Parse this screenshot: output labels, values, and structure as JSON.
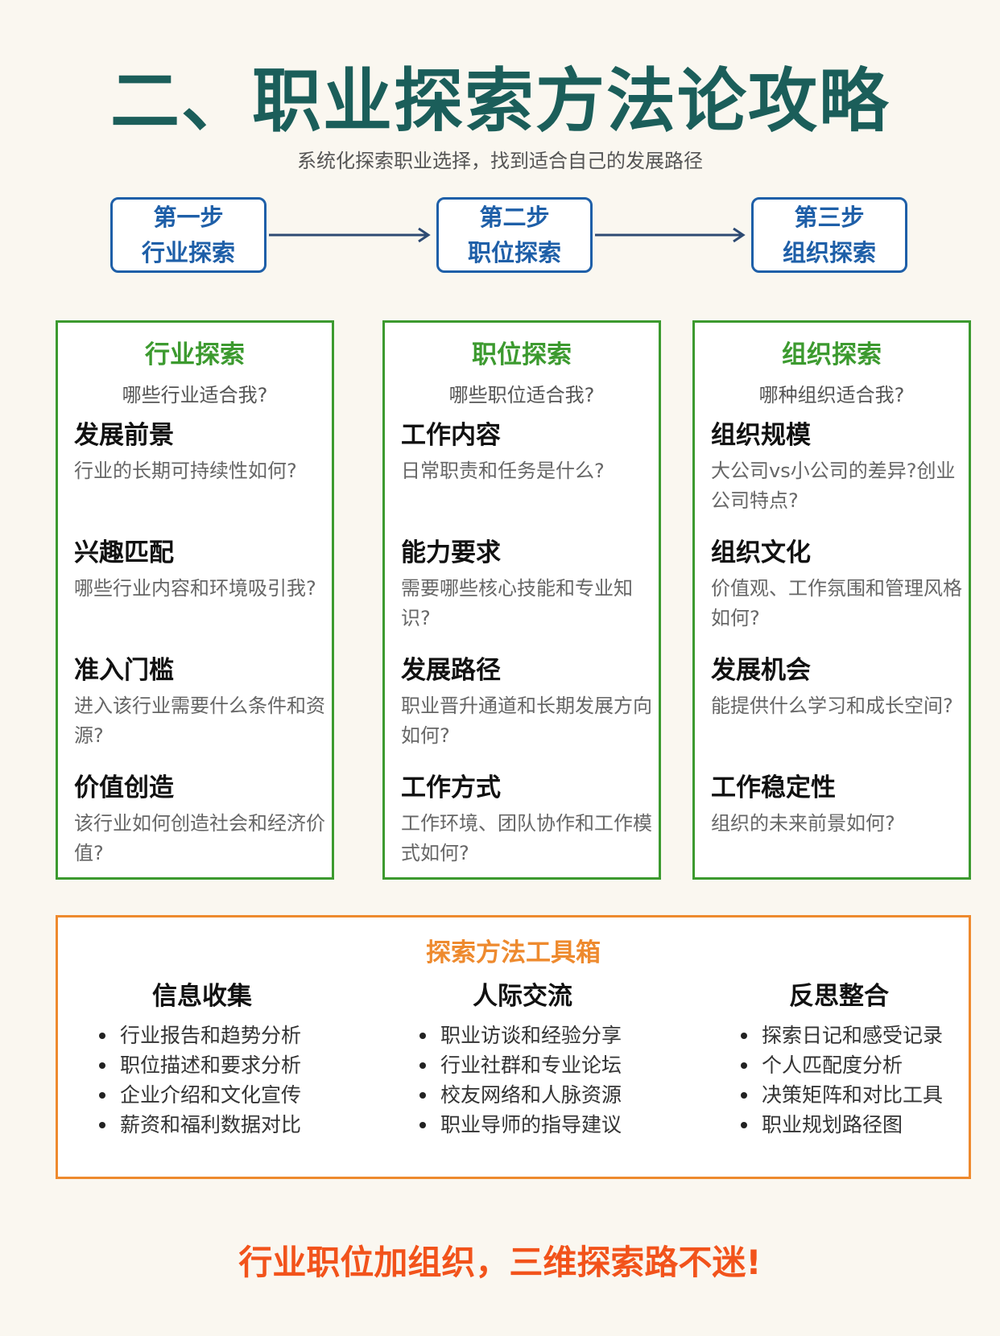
{
  "header": {
    "title": "二、职业探索方法论攻略",
    "subtitle": "系统化探索职业选择，找到适合自己的发展路径"
  },
  "steps": [
    {
      "label": "第一步",
      "name": "行业探索"
    },
    {
      "label": "第二步",
      "name": "职位探索"
    },
    {
      "label": "第三步",
      "name": "组织探索"
    }
  ],
  "columns": [
    {
      "title": "行业探索",
      "question": "哪些行业适合我?",
      "items": [
        {
          "heading": "发展前景",
          "desc": "行业的长期可持续性如何?"
        },
        {
          "heading": "兴趣匹配",
          "desc": "哪些行业内容和环境吸引我?"
        },
        {
          "heading": "准入门槛",
          "desc": "进入该行业需要什么条件和资源?"
        },
        {
          "heading": "价值创造",
          "desc": "该行业如何创造社会和经济价值?"
        }
      ]
    },
    {
      "title": "职位探索",
      "question": "哪些职位适合我?",
      "items": [
        {
          "heading": "工作内容",
          "desc": "日常职责和任务是什么?"
        },
        {
          "heading": "能力要求",
          "desc": "需要哪些核心技能和专业知识?"
        },
        {
          "heading": "发展路径",
          "desc": "职业晋升通道和长期发展方向如何?"
        },
        {
          "heading": "工作方式",
          "desc": "工作环境、团队协作和工作模式如何?"
        }
      ]
    },
    {
      "title": "组织探索",
      "question": "哪种组织适合我?",
      "items": [
        {
          "heading": "组织规模",
          "desc": "大公司vs小公司的差异?创业公司特点?"
        },
        {
          "heading": "组织文化",
          "desc": "价值观、工作氛围和管理风格如何?"
        },
        {
          "heading": "发展机会",
          "desc": "能提供什么学习和成长空间?"
        },
        {
          "heading": "工作稳定性",
          "desc": "组织的未来前景如何?"
        }
      ]
    }
  ],
  "toolbox": {
    "title": "探索方法工具箱",
    "groups": [
      {
        "heading": "信息收集",
        "items": [
          "行业报告和趋势分析",
          "职位描述和要求分析",
          "企业介绍和文化宣传",
          "薪资和福利数据对比"
        ]
      },
      {
        "heading": "人际交流",
        "items": [
          "职业访谈和经验分享",
          "行业社群和专业论坛",
          "校友网络和人脉资源",
          "职业导师的指导建议"
        ]
      },
      {
        "heading": "反思整合",
        "items": [
          "探索日记和感受记录",
          "个人匹配度分析",
          "决策矩阵和对比工具",
          "职业规划路径图"
        ]
      }
    ]
  },
  "footer": {
    "slogan": "行业职位加组织，三维探索路不迷!"
  },
  "colors": {
    "title": "#1b5e5a",
    "step_border": "#1e5fa8",
    "column_border": "#3c9a2f",
    "toolbox_border": "#ee8a2e",
    "slogan": "#f2531b"
  }
}
